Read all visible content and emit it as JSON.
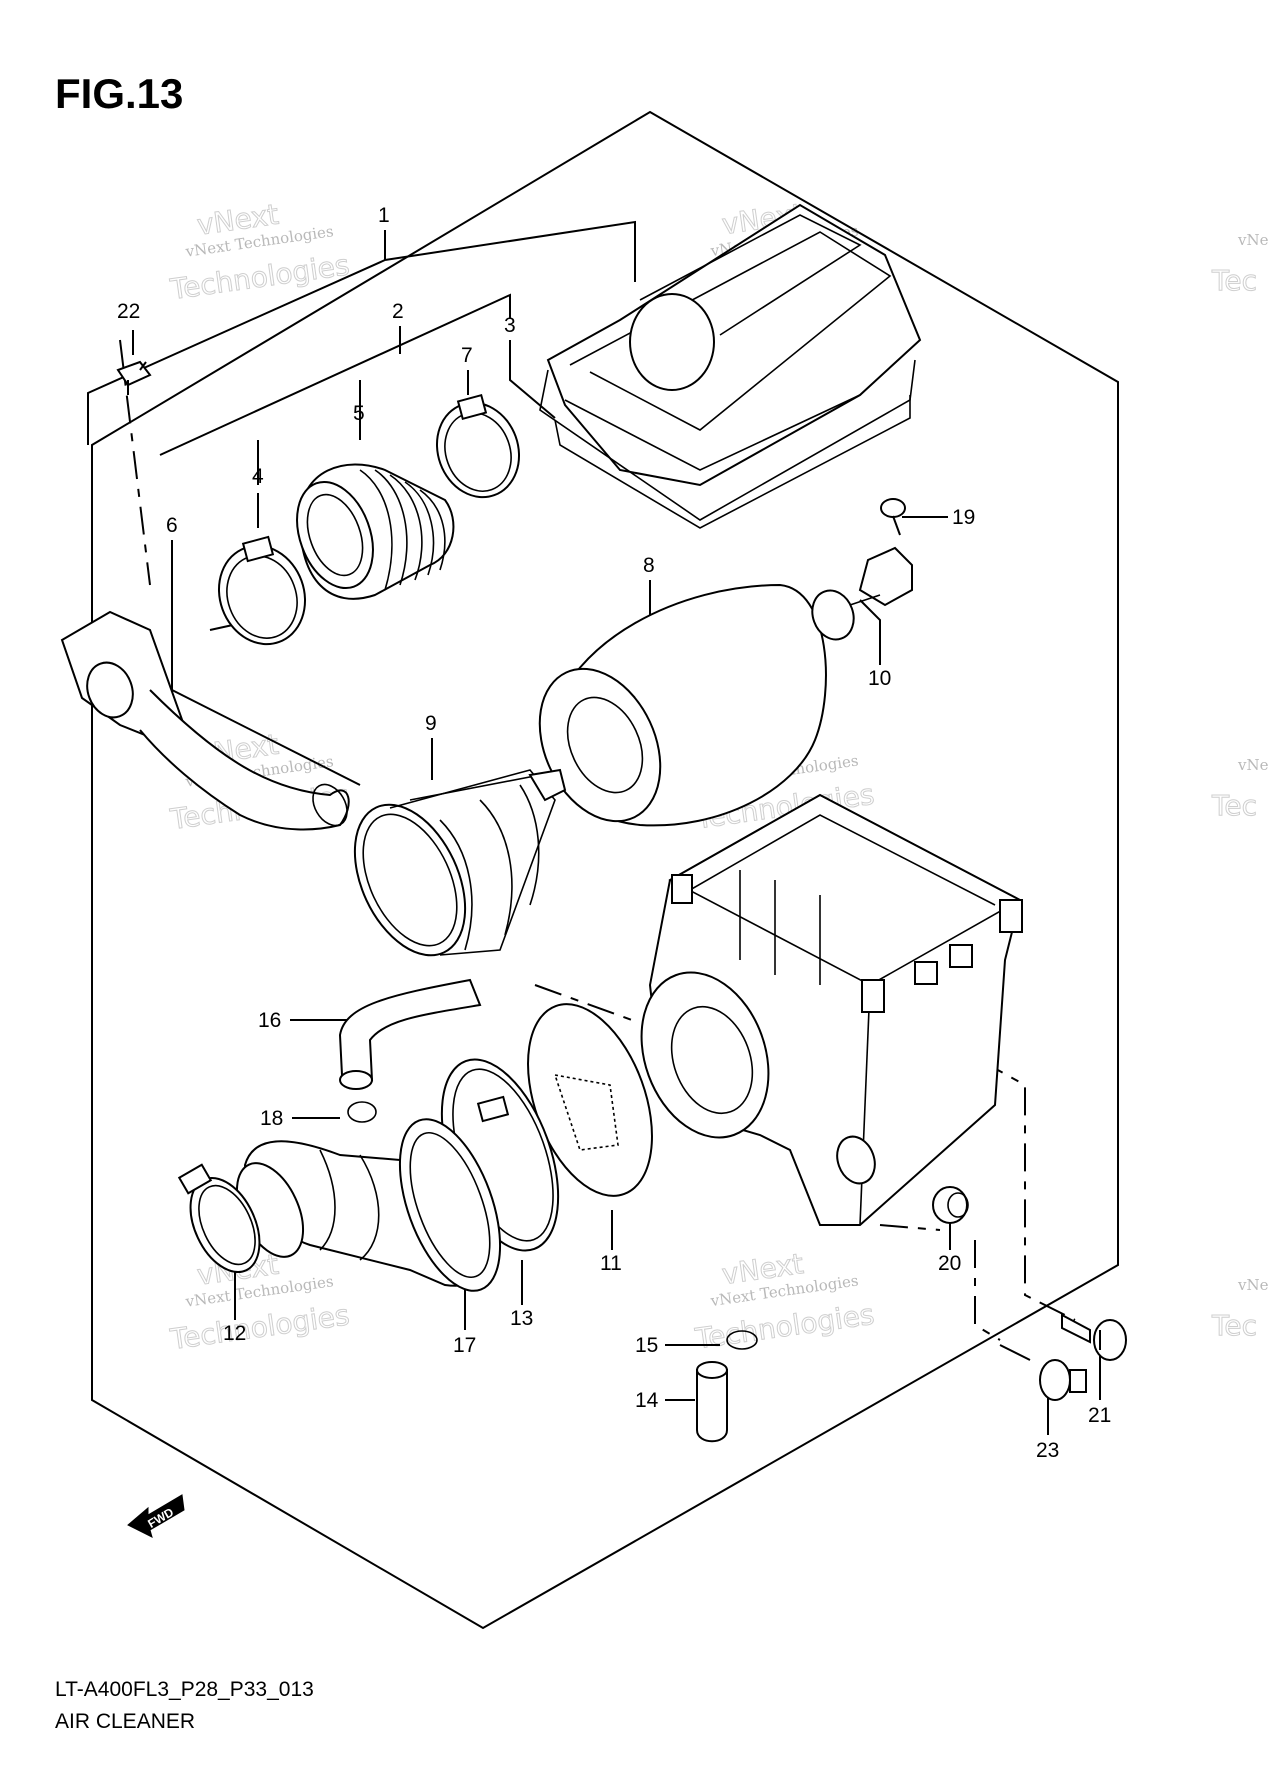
{
  "figure": {
    "title": "FIG.13",
    "code": "LT-A400FL3_P28_P33_013",
    "name": "AIR CLEANER"
  },
  "watermark": {
    "line1": "vNext Technologies",
    "line2": "Technologies",
    "arc": "vNext",
    "edge_small": "vNe",
    "edge_big": "Tec"
  },
  "direction_badge": "FWD",
  "callouts": {
    "c1": "1",
    "c2": "2",
    "c3": "3",
    "c4": "4",
    "c5": "5",
    "c6": "6",
    "c7": "7",
    "c8": "8",
    "c9": "9",
    "c10": "10",
    "c11": "11",
    "c12": "12",
    "c13": "13",
    "c14": "14",
    "c15": "15",
    "c16": "16",
    "c17": "17",
    "c18": "18",
    "c19": "19",
    "c20": "20",
    "c21": "21",
    "c22": "22",
    "c23": "23"
  }
}
